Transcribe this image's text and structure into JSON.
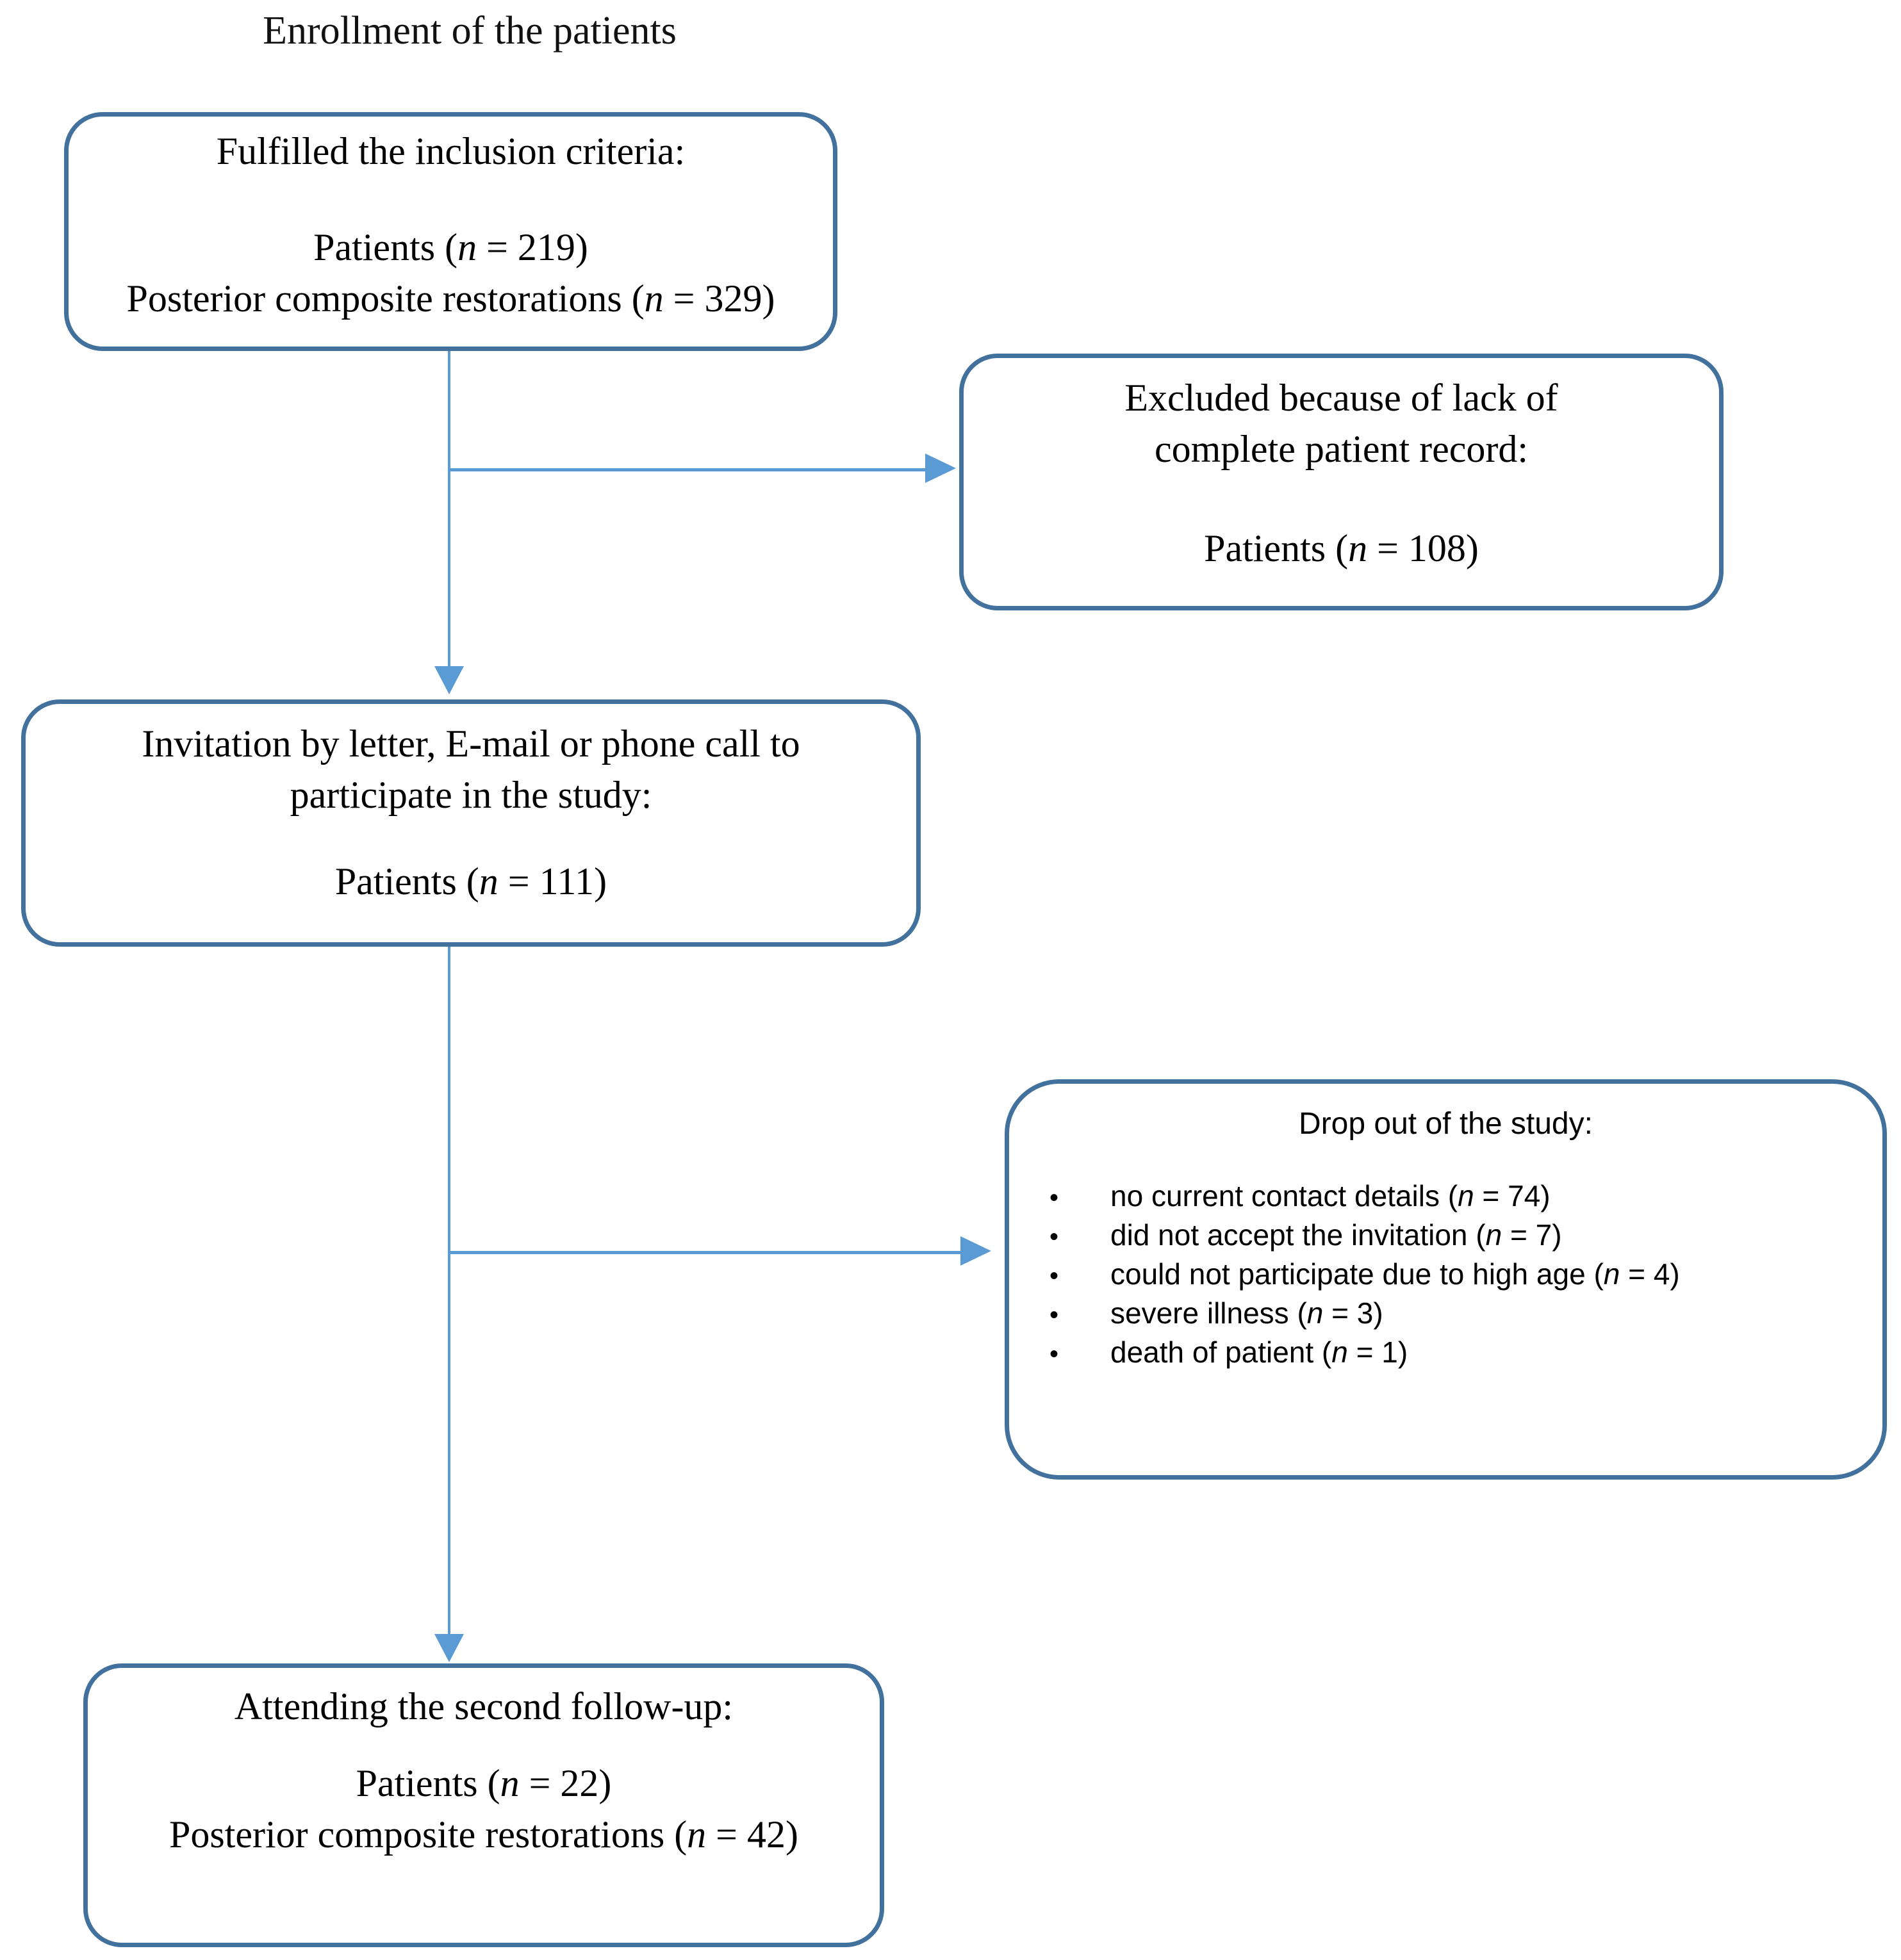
{
  "title": "Enrollment of the patients",
  "colors": {
    "background": "#FFFFFF",
    "box_border": "#41719C",
    "arrow": "#5B9BD5",
    "text": "#000000"
  },
  "boxes": {
    "inclusion": {
      "heading": "Fulfilled the inclusion criteria:",
      "lines": [
        {
          "pre": "Patients (",
          "var": "n",
          "post": " = 219)"
        },
        {
          "pre": "Posterior composite restorations (",
          "var": "n",
          "post": " = 329)"
        }
      ]
    },
    "excluded": {
      "heading_lines": [
        "Excluded because of lack of",
        "complete patient record:"
      ],
      "line": {
        "pre": "Patients (",
        "var": "n",
        "post": " = 108)"
      }
    },
    "invitation": {
      "heading_lines": [
        "Invitation by letter, E-mail or phone call to",
        "participate in the study:"
      ],
      "line": {
        "pre": "Patients (",
        "var": "n",
        "post": " = 111)"
      }
    },
    "dropout": {
      "heading": "Drop out of the study:",
      "bullet_char": "•",
      "bullets": [
        {
          "pre": "no current contact details (",
          "var": "n",
          "post": " = 74)"
        },
        {
          "pre": "did not accept the invitation (",
          "var": "n",
          "post": " = 7)"
        },
        {
          "pre": "could not participate due to high age (",
          "var": "n",
          "post": " = 4)"
        },
        {
          "pre": "severe illness (",
          "var": "n",
          "post": " = 3)"
        },
        {
          "pre": "death of patient (",
          "var": "n",
          "post": " = 1)"
        }
      ]
    },
    "attending": {
      "heading": "Attending the second follow-up:",
      "lines": [
        {
          "pre": "Patients (",
          "var": "n",
          "post": " = 22)"
        },
        {
          "pre": "Posterior composite restorations (",
          "var": "n",
          "post": " = 42)"
        }
      ]
    }
  }
}
